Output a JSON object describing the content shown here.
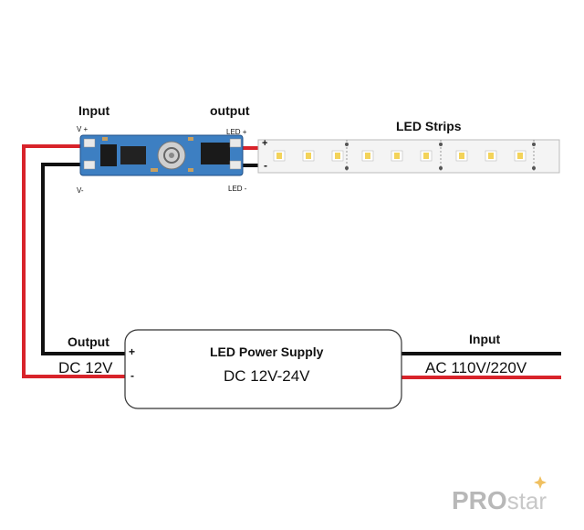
{
  "controller": {
    "input_label": "Input",
    "output_label": "output",
    "v_plus": "V +",
    "v_minus": "V-",
    "led_plus": "LED +",
    "led_minus": "LED -"
  },
  "strip": {
    "title": "LED Strips",
    "plus": "+",
    "minus": "-"
  },
  "power_supply": {
    "title": "LED Power Supply",
    "range": "DC 12V-24V",
    "plus": "+",
    "minus": "-"
  },
  "output_side": {
    "label": "Output",
    "voltage": "DC 12V"
  },
  "input_side": {
    "label": "Input",
    "voltage": "AC 110V/220V"
  },
  "brand": {
    "pro": "PRO",
    "star": "star"
  },
  "colors": {
    "red_wire": "#d8232a",
    "black_wire": "#111111",
    "pcb": "#3d7fc2",
    "strip_bg": "#f4f4f4",
    "led_yellow": "#f3d35a"
  }
}
